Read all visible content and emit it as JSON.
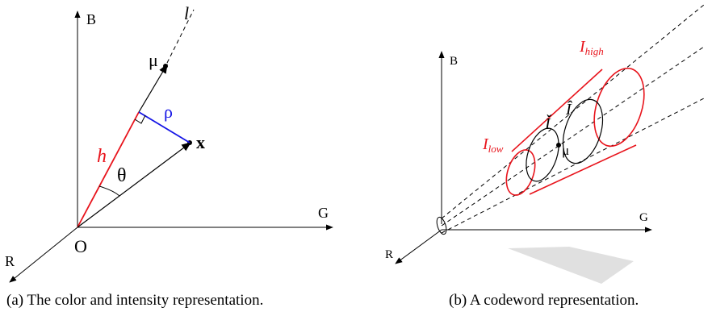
{
  "panel_a": {
    "axis_b": "B",
    "axis_g": "G",
    "axis_r": "R",
    "origin": "O",
    "line_l": "l",
    "mu": "μ",
    "rho": "ρ",
    "x": "x",
    "h": "h",
    "theta": "θ",
    "caption": "(a) The color and intensity representation."
  },
  "panel_b": {
    "axis_b": "B",
    "axis_g": "G",
    "axis_r": "R",
    "i_low": "I",
    "i_low_sub": "low",
    "i_high": "I",
    "i_high_sub": "high",
    "i_check": "Ǐ",
    "i_hat": "Î",
    "mu": "μ",
    "caption": "(b) A codeword representation."
  },
  "colors": {
    "red": "#e8141c",
    "blue": "#1414e6",
    "black": "#000000",
    "shadow": "#e0e0e0"
  }
}
